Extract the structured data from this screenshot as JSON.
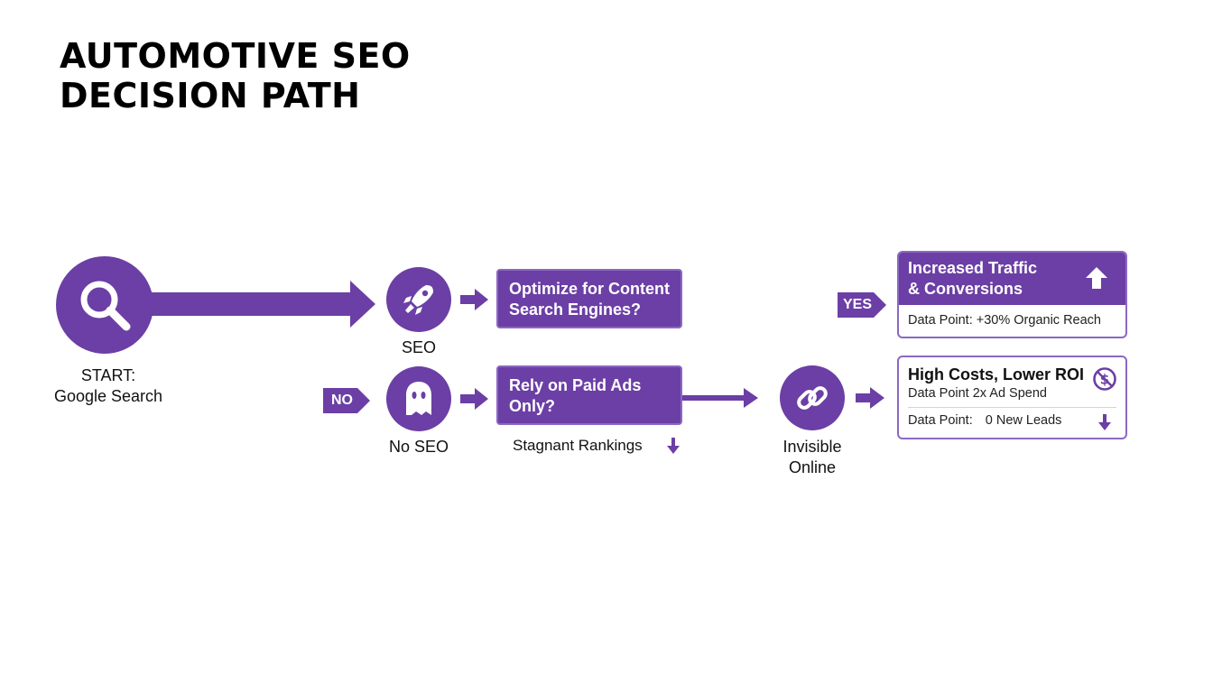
{
  "title": {
    "line1": "AUTOMOTIVE SEO",
    "line2": "DECISION PATH"
  },
  "colors": {
    "accent": "#6b3fa5",
    "accent_border": "#8c68c2",
    "text": "#111111"
  },
  "start": {
    "icon": "magnifier-icon",
    "line1": "START:",
    "line2": "Google Search"
  },
  "seo": {
    "icon": "rocket-icon",
    "label": "SEO"
  },
  "no_seo": {
    "icon": "ghost-icon",
    "label": "No SEO",
    "tag": "NO"
  },
  "box_optimize": {
    "line1": "Optimize for Content",
    "line2": "Search Engines?"
  },
  "box_paid": {
    "line1": "Rely on Paid Ads",
    "line2": "Only?"
  },
  "stagnant": {
    "label": "Stagnant Rankings",
    "icon": "arrow-down-icon"
  },
  "invisible": {
    "icon": "broken-link-icon",
    "line1": "Invisible",
    "line2": "Online"
  },
  "yes_tag": "YES",
  "card_traffic": {
    "line1": "Increased Traffic",
    "line2": "& Conversions",
    "icon": "arrow-up-icon",
    "data": "Data Point: +30% Organic Reach"
  },
  "card_costs": {
    "title": "High Costs, Lower ROI",
    "icon": "no-dollar-icon",
    "data1": "Data Point 2x Ad Spend",
    "data2_label": "Data Point:",
    "data2_value": "0 New Leads",
    "data2_icon": "arrow-down-icon"
  }
}
